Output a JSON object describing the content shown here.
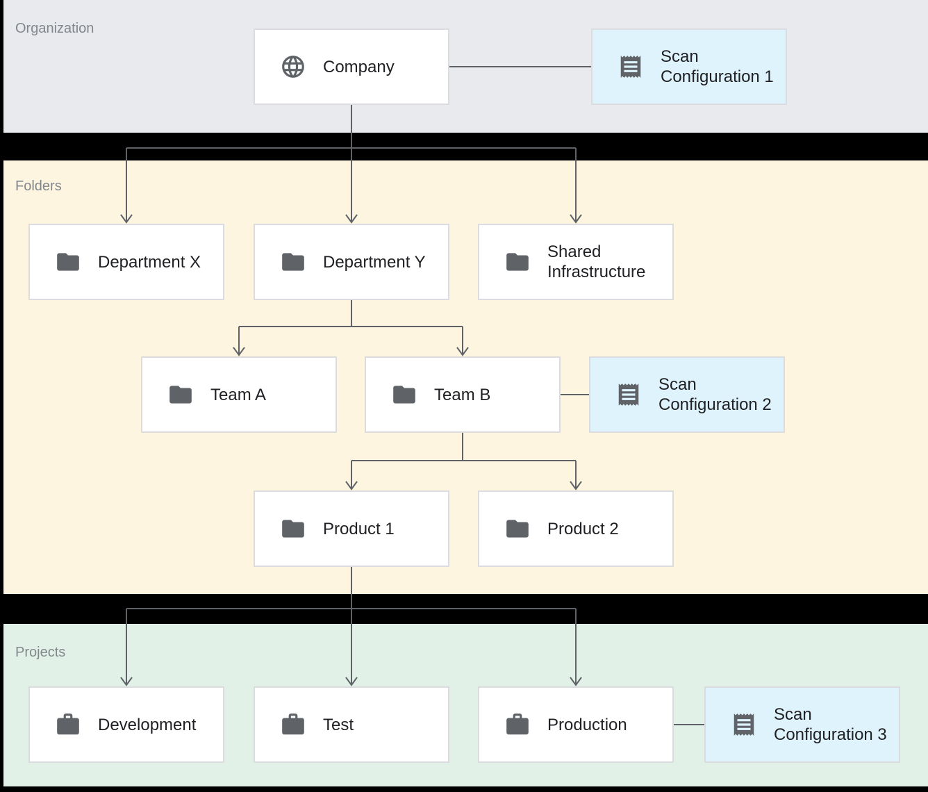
{
  "palette": {
    "canvas_bg": "#000000",
    "band_organization_bg": "#e8eaed",
    "band_folders_bg": "#fdf5e0",
    "band_projects_bg": "#e2f1e8",
    "node_bg": "#ffffff",
    "scan_node_bg": "#dff3fc",
    "node_border": "#dadce0",
    "icon_color": "#5f6368",
    "connector_color": "#5f6368",
    "band_label_color": "#82878c",
    "node_text_color": "#202124"
  },
  "bands": {
    "organization": {
      "label": "Organization"
    },
    "folders": {
      "label": "Folders"
    },
    "projects": {
      "label": "Projects"
    }
  },
  "nodes": {
    "company": {
      "label": "Company",
      "icon": "globe-icon",
      "band": "organization"
    },
    "scan_configuration_1": {
      "label": "Scan Configuration 1",
      "icon": "receipt-icon",
      "band": "organization"
    },
    "department_x": {
      "label": "Department X",
      "icon": "folder-icon",
      "band": "folders"
    },
    "department_y": {
      "label": "Department Y",
      "icon": "folder-icon",
      "band": "folders"
    },
    "shared_infrastructure": {
      "label": "Shared Infrastructure",
      "icon": "folder-icon",
      "band": "folders"
    },
    "team_a": {
      "label": "Team A",
      "icon": "folder-icon",
      "band": "folders"
    },
    "team_b": {
      "label": "Team B",
      "icon": "folder-icon",
      "band": "folders"
    },
    "scan_configuration_2": {
      "label": "Scan Configuration 2",
      "icon": "receipt-icon",
      "band": "folders"
    },
    "product_1": {
      "label": "Product 1",
      "icon": "folder-icon",
      "band": "folders"
    },
    "product_2": {
      "label": "Product 2",
      "icon": "folder-icon",
      "band": "folders"
    },
    "development": {
      "label": "Development",
      "icon": "briefcase-icon",
      "band": "projects"
    },
    "test": {
      "label": "Test",
      "icon": "briefcase-icon",
      "band": "projects"
    },
    "production": {
      "label": "Production",
      "icon": "briefcase-icon",
      "band": "projects"
    },
    "scan_configuration_3": {
      "label": "Scan Configuration 3",
      "icon": "receipt-icon",
      "band": "projects"
    }
  },
  "edges": [
    {
      "from": "company",
      "to": "scan_configuration_1",
      "style": "plain"
    },
    {
      "from": "company",
      "to": "department_x",
      "style": "arrow"
    },
    {
      "from": "company",
      "to": "department_y",
      "style": "arrow"
    },
    {
      "from": "company",
      "to": "shared_infrastructure",
      "style": "arrow"
    },
    {
      "from": "department_y",
      "to": "team_a",
      "style": "arrow"
    },
    {
      "from": "department_y",
      "to": "team_b",
      "style": "arrow"
    },
    {
      "from": "team_b",
      "to": "scan_configuration_2",
      "style": "plain"
    },
    {
      "from": "team_b",
      "to": "product_1",
      "style": "arrow"
    },
    {
      "from": "team_b",
      "to": "product_2",
      "style": "arrow"
    },
    {
      "from": "product_1",
      "to": "development",
      "style": "arrow"
    },
    {
      "from": "product_1",
      "to": "test",
      "style": "arrow"
    },
    {
      "from": "product_1",
      "to": "production",
      "style": "arrow"
    },
    {
      "from": "production",
      "to": "scan_configuration_3",
      "style": "plain"
    }
  ]
}
